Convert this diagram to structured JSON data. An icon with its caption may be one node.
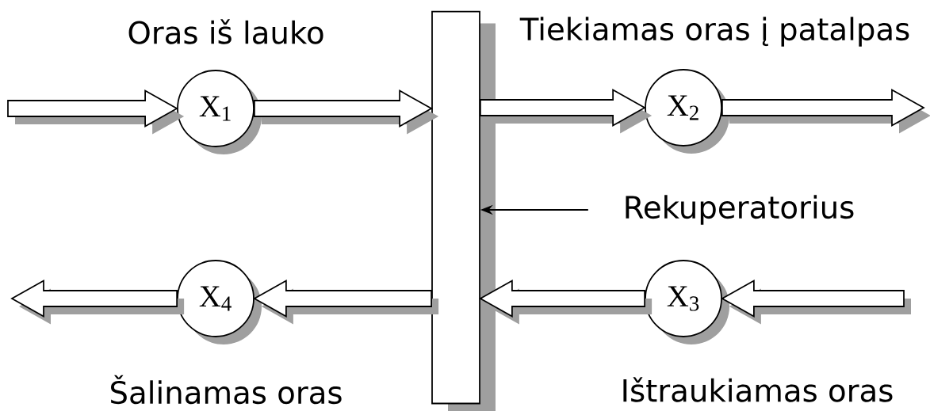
{
  "diagram": {
    "nodes": [
      {
        "text": [
          "X$_{1}$"
        ]
      },
      {
        "text": [],
        "shape": "bar"
      },
      {
        "text": [
          "X$_{2}$"
        ]
      },
      {
        "text": [
          "Rekuperatorius"
        ]
      },
      {
        "text": [
          "X$_{4}$"
        ]
      },
      {
        "text": [
          "X$_{3}$"
        ]
      }
    ],
    "edges": [
      {
        "from": null,
        "to": 0,
        "arrow": "to"
      },
      {
        "from": 0,
        "to": 1,
        "arrow": "to"
      },
      {
        "from": 1,
        "to": 2,
        "arrow": "to"
      },
      {
        "from": 2,
        "to": null,
        "arrow": "to"
      },
      {
        "from": 3,
        "to": 1,
        "arrow": "to"
      },
      {
        "from": null,
        "to": 5,
        "arrow": "to"
      },
      {
        "from": 5,
        "to": 1,
        "arrow": "to"
      },
      {
        "from": 1,
        "to": 4,
        "arrow": "to"
      },
      {
        "from": 4,
        "to": null,
        "arrow": "to"
      }
    ],
    "labels": [
      "Oras iš lauko",
      "Tiekiamas oras į patalpas",
      "Šalinamas oras",
      "Ištraukiamas oras"
    ]
  }
}
